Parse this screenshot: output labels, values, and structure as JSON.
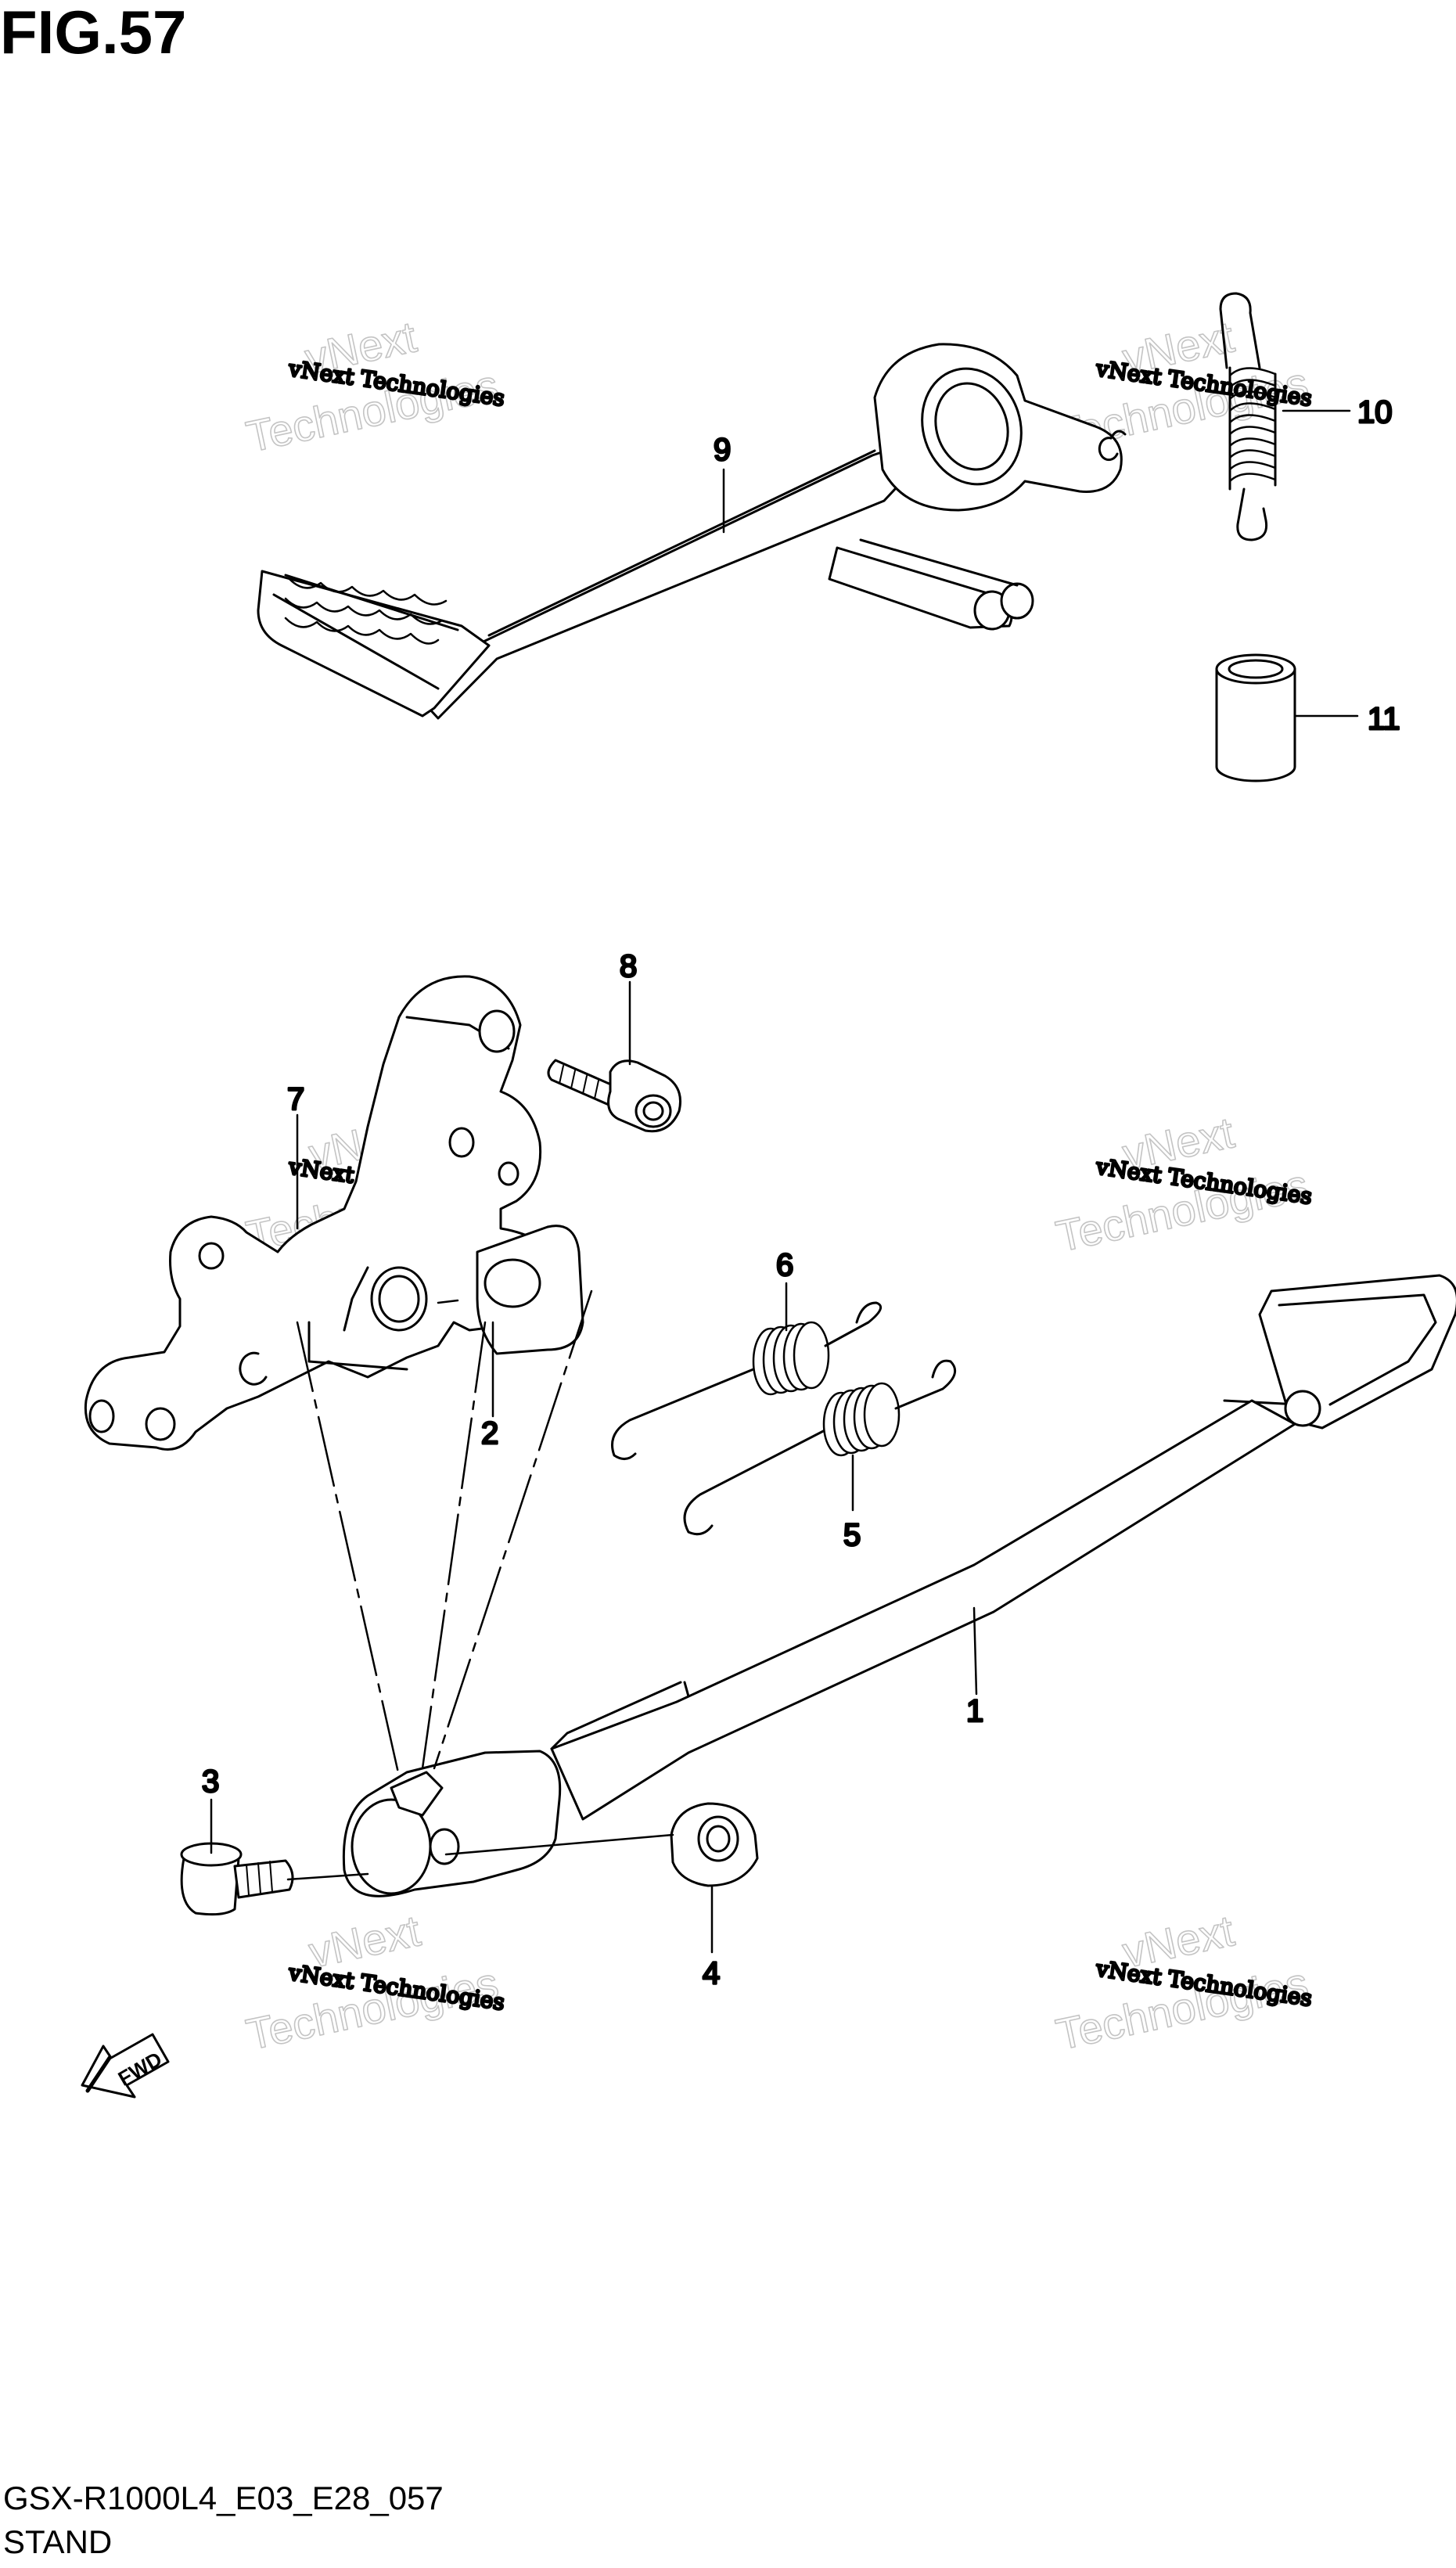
{
  "figure": {
    "title": "FIG.57",
    "drawing_code": "GSX-R1000L4_E03_E28_057",
    "section_name": "STAND"
  },
  "callouts": [
    {
      "number": "1",
      "part": "side stand"
    },
    {
      "number": "2",
      "part": "spacer"
    },
    {
      "number": "3",
      "part": "bolt"
    },
    {
      "number": "4",
      "part": "nut"
    },
    {
      "number": "5",
      "part": "spring"
    },
    {
      "number": "6",
      "part": "spring"
    },
    {
      "number": "7",
      "part": "stand bracket"
    },
    {
      "number": "8",
      "part": "bolt"
    },
    {
      "number": "9",
      "part": "rear brake pedal"
    },
    {
      "number": "10",
      "part": "return spring"
    },
    {
      "number": "11",
      "part": "bushing"
    }
  ],
  "fwd_marker": "FWD",
  "watermarks": {
    "line1": "vNext Technologies",
    "line2_a": "vNext",
    "line2_b": "Technologies"
  }
}
